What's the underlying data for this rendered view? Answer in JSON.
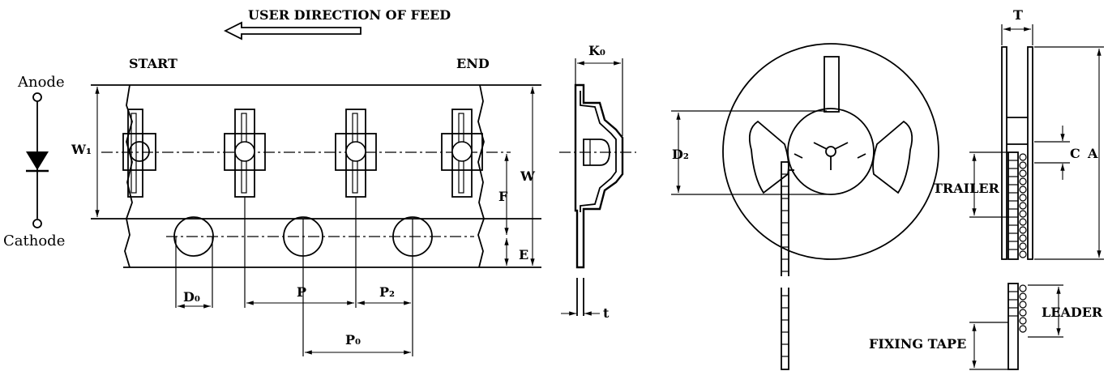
{
  "feed_direction": {
    "text": "USER DIRECTION OF FEED"
  },
  "tape": {
    "start_label": "START",
    "end_label": "END",
    "dims": {
      "w1": "W₁",
      "w": "W",
      "f": "F",
      "e": "E",
      "d0": "D₀",
      "p": "P",
      "p2": "P₂",
      "p0": "P₀"
    }
  },
  "diode_symbol": {
    "anode": "Anode",
    "cathode": "Cathode"
  },
  "section": {
    "k0": "K₀",
    "t": "t"
  },
  "reel": {
    "d2": "D₂"
  },
  "reel_side": {
    "t": "T",
    "c": "C",
    "a": "A",
    "trailer": "TRAILER",
    "leader": "LEADER",
    "fixing_tape": "FIXING TAPE"
  }
}
